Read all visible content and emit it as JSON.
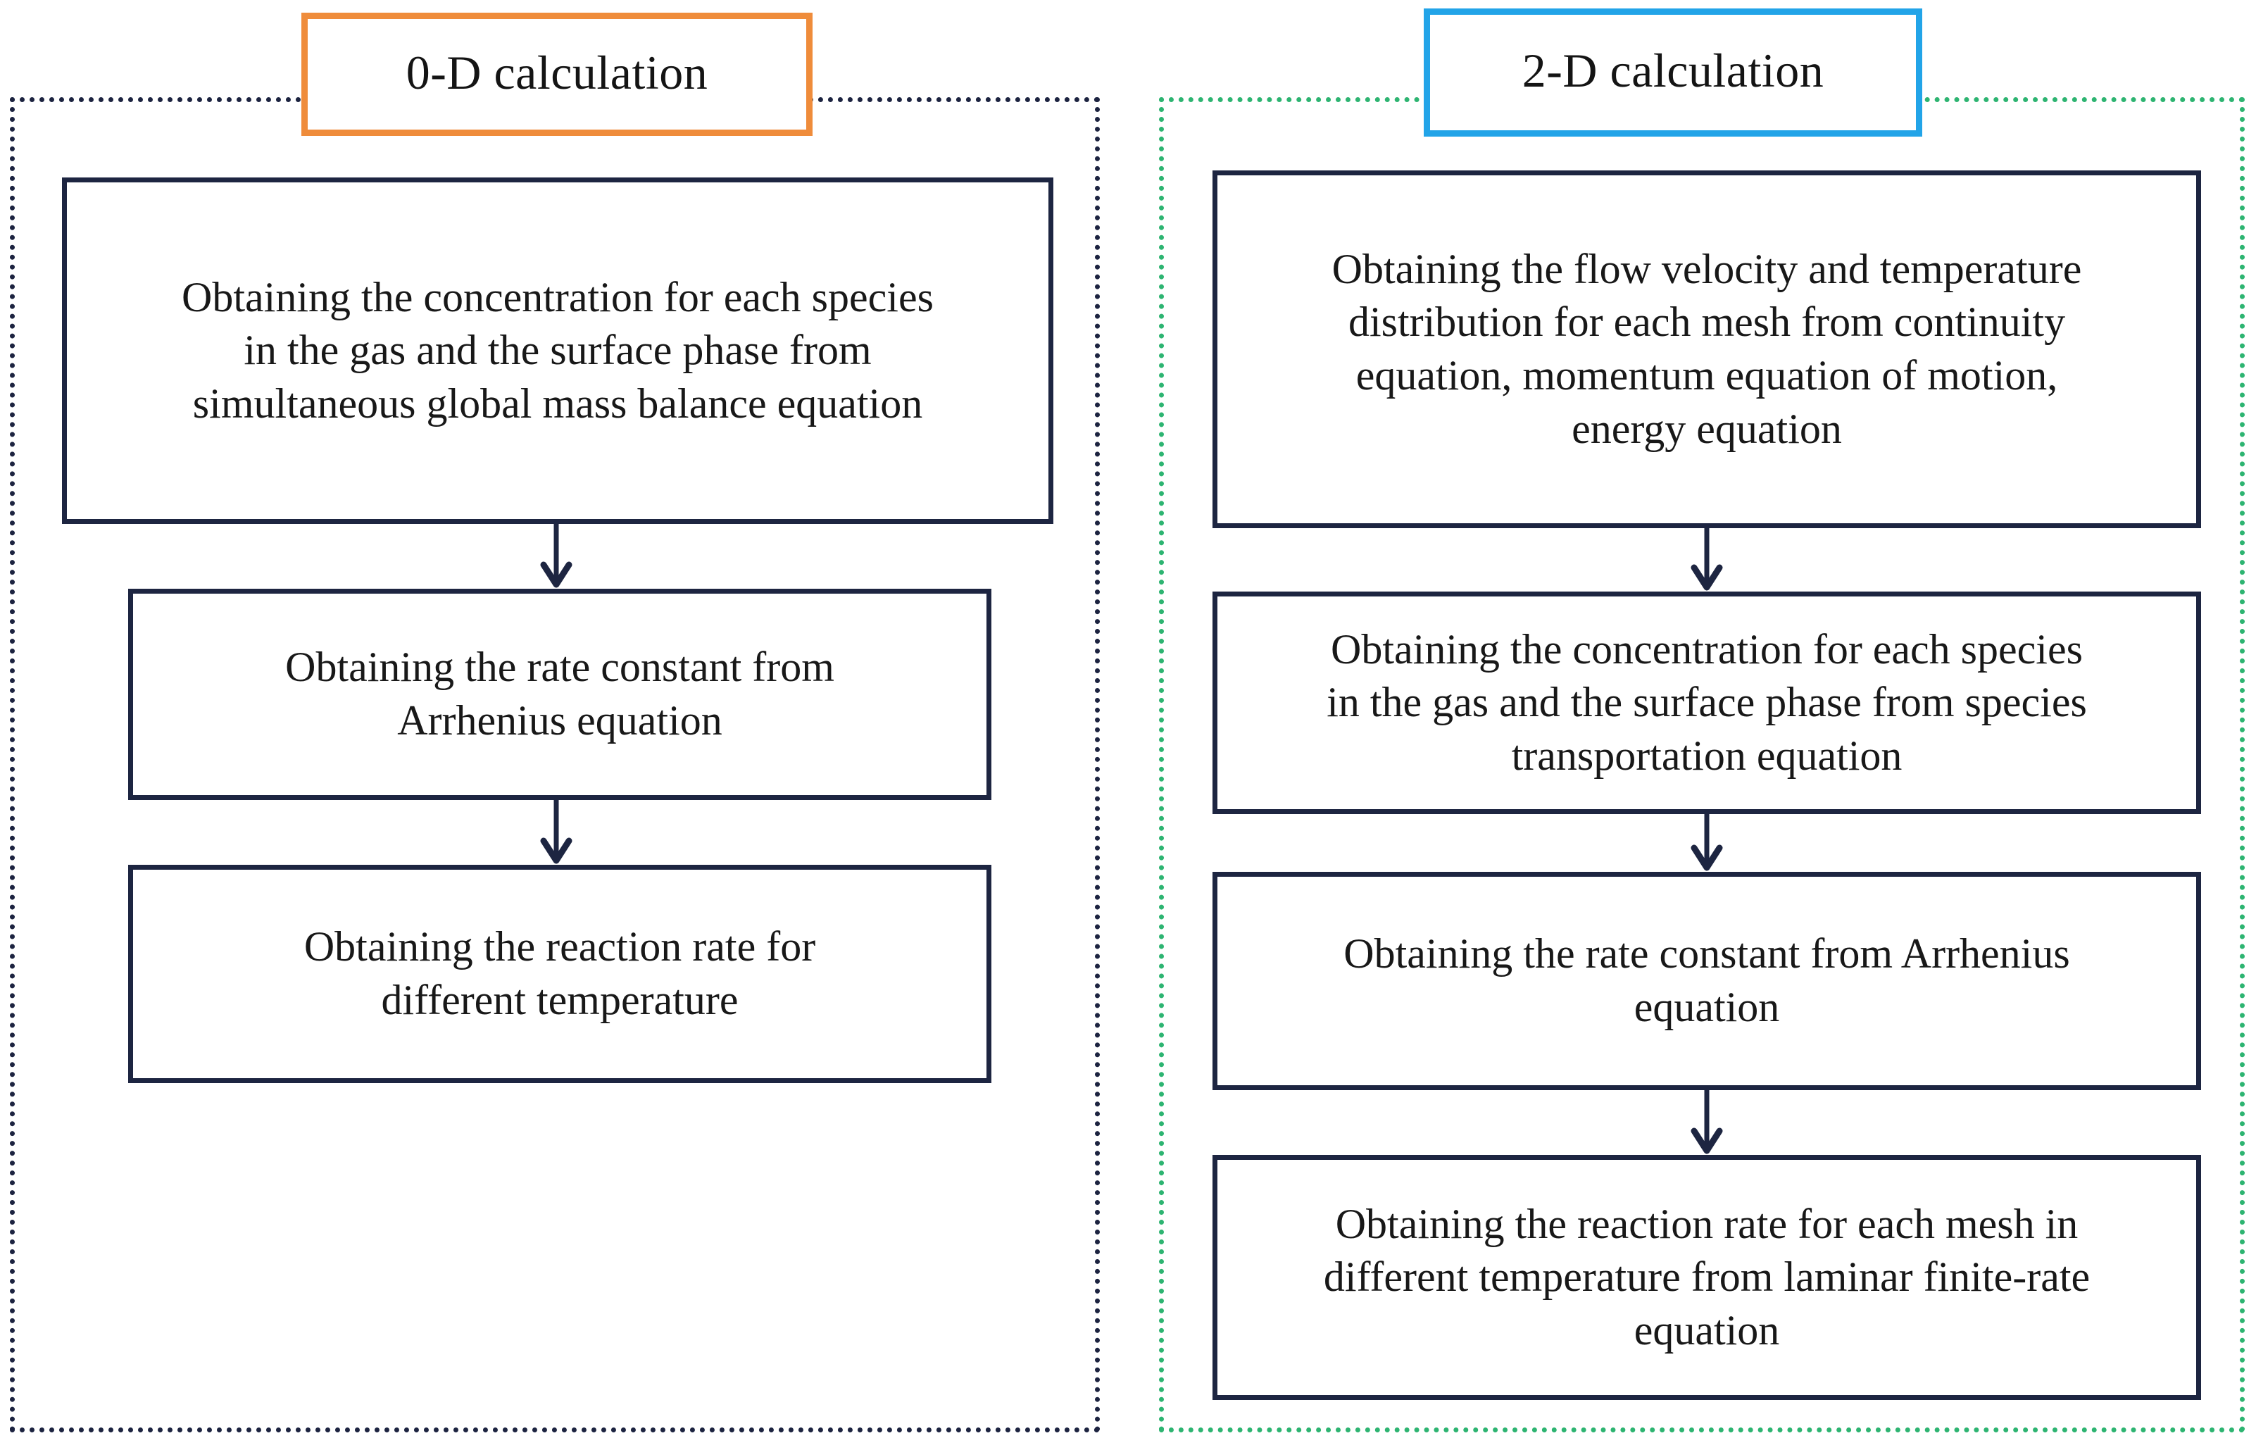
{
  "diagram": {
    "panels": [
      {
        "id": "zero-d",
        "title": "0-D calculation",
        "title_border_color": "#ef8c3b",
        "panel_border_color": "#1c2340",
        "steps": [
          "Obtaining the concentration for each species\nin the gas and the surface phase from\nsimultaneous global mass balance equation",
          "Obtaining the rate constant from\nArrhenius equation",
          "Obtaining the reaction rate for\ndifferent temperature"
        ]
      },
      {
        "id": "two-d",
        "title": "2-D calculation",
        "title_border_color": "#22a4e8",
        "panel_border_color": "#2db471",
        "steps": [
          "Obtaining the flow velocity and temperature\ndistribution for each mesh from continuity\nequation, momentum equation of motion,\nenergy equation",
          "Obtaining the concentration for each species\nin the gas and the surface phase from species\ntransportation equation",
          "Obtaining the rate constant from Arrhenius\nequation",
          "Obtaining the reaction rate for each mesh in\ndifferent temperature from laminar finite-rate\nequation"
        ]
      }
    ],
    "box_border_color": "#1d2541",
    "arrow_color": "#1d2541",
    "arrow_icon": "arrow-down-icon"
  }
}
